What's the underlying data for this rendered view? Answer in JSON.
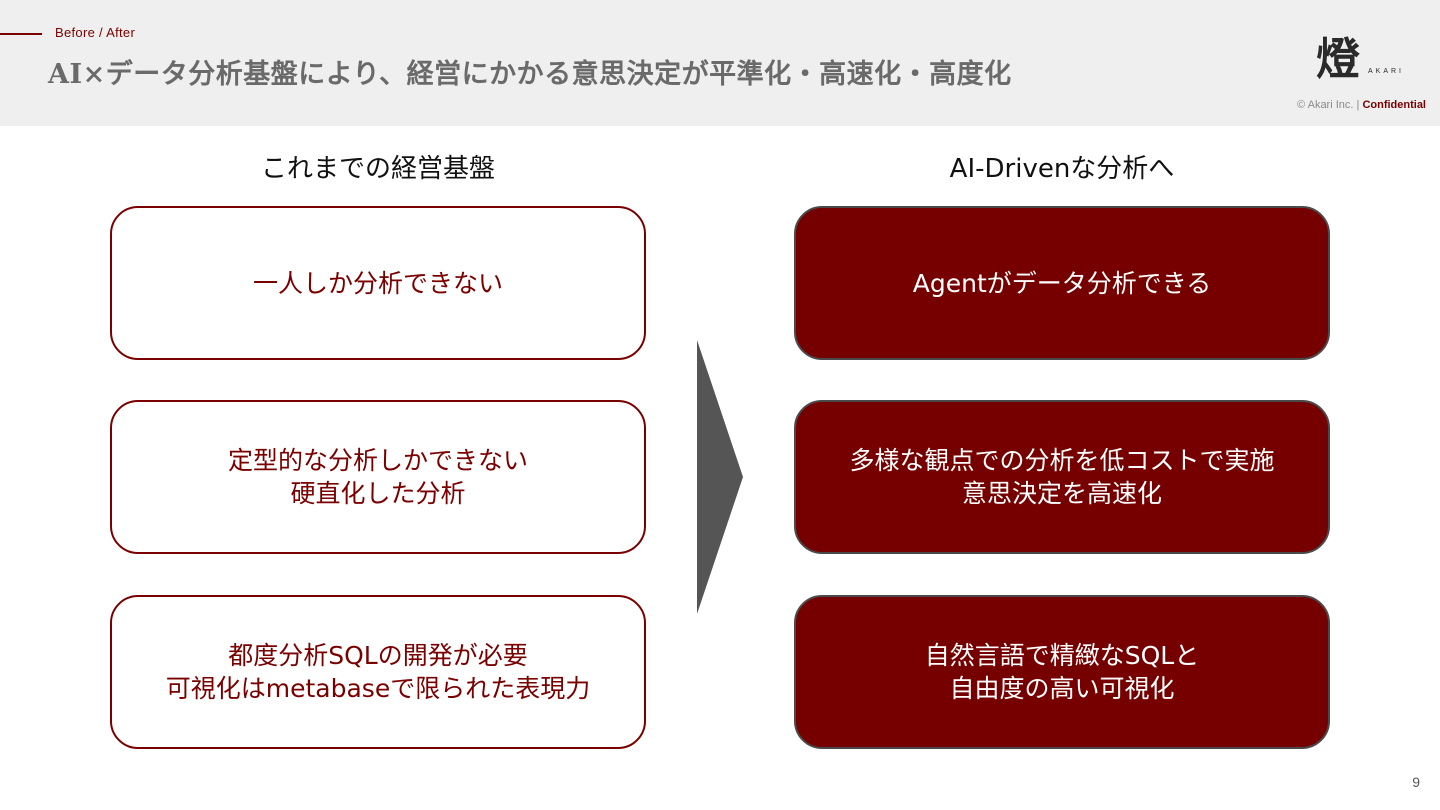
{
  "header": {
    "section_label": "Before / After",
    "title": "AI×データ分析基盤により、経営にかかる意思決定が平準化・高速化・高度化",
    "logo_glyph": "燈",
    "logo_word": "AKARI",
    "copyright": "© Akari Inc. |",
    "confidential": "Confidential"
  },
  "before": {
    "title": "これまでの経営基盤",
    "cards": [
      {
        "lines": [
          "一人しか分析できない"
        ]
      },
      {
        "lines": [
          "定型的な分析しかできない",
          "硬直化した分析"
        ]
      },
      {
        "lines": [
          "都度分析SQLの開発が必要",
          "可視化はmetabaseで限られた表現力"
        ]
      }
    ]
  },
  "after": {
    "title": "AI-Drivenな分析へ",
    "cards": [
      {
        "lines": [
          "Agentがデータ分析できる"
        ]
      },
      {
        "lines": [
          "多様な観点での分析を低コストで実施",
          "意思決定を高速化"
        ]
      },
      {
        "lines": [
          "自然言語で精緻なSQLと",
          "自由度の高い可視化"
        ]
      }
    ]
  },
  "arrow_icon": "right-triangle-arrow",
  "colors": {
    "accent": "#7a0000",
    "card_fill": "#760000",
    "header_bg": "#efefef",
    "arrow": "#555555"
  },
  "page_number": "9"
}
